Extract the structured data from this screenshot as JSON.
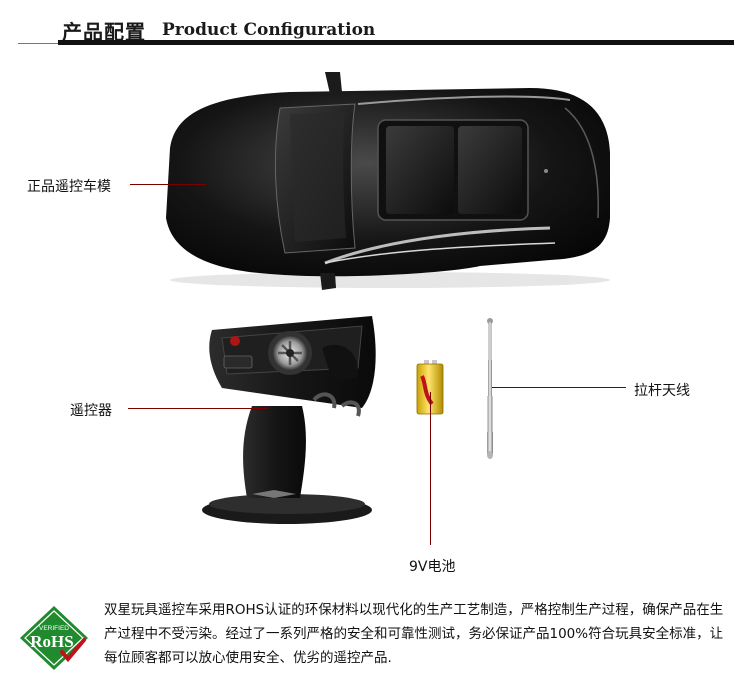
{
  "header": {
    "title_cn": "产品配置",
    "title_en": "Product Configuration"
  },
  "labels": {
    "car": "正品遥控车模",
    "remote": "遥控器",
    "antenna": "拉杆天线",
    "battery": "9V电池"
  },
  "icons": {
    "car": "rc-car-photo",
    "remote": "remote-controller-photo",
    "battery": "9v-battery-photo",
    "antenna": "telescopic-antenna-photo",
    "certification": "rohs-verified-badge"
  },
  "badge": {
    "top_text": "VERIFIED",
    "main_text": "RoHS"
  },
  "footer": {
    "text": "双星玩具遥控车采用ROHS认证的环保材料以现代化的生产工艺制造，严格控制生产过程，确保产品在生产过程中不受污染。经过了一系列严格的安全和可靠性测试，务必保证产品100%符合玩具安全标准，让每位顾客都可以放心使用安全、优劣的遥控产品."
  },
  "colors": {
    "leader": "#7a0000",
    "rule": "#111111",
    "badge_green": "#1f8a2e",
    "badge_red": "#c0121b"
  }
}
